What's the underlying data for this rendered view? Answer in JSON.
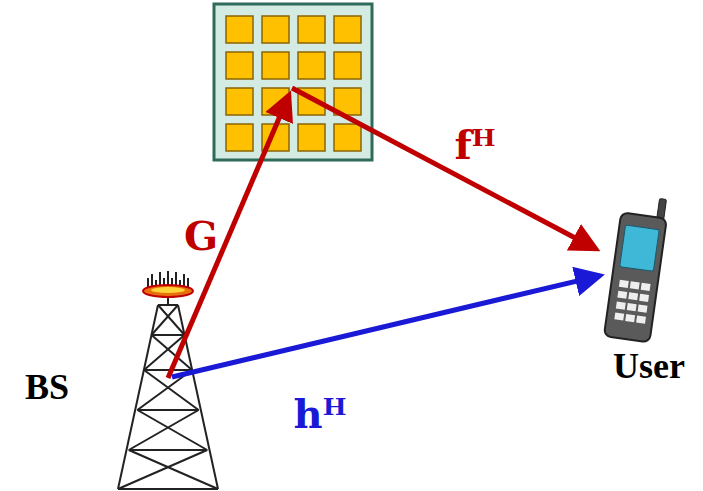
{
  "diagram": {
    "nodes": [
      {
        "text": [
          "BS"
        ]
      },
      {
        "text": [
          "User"
        ]
      }
    ],
    "edges": [
      {
        "from": 0,
        "to": 1,
        "arrow": "to",
        "label": "hᴴ"
      }
    ],
    "labels": [
      "G",
      "fᴴ"
    ]
  }
}
